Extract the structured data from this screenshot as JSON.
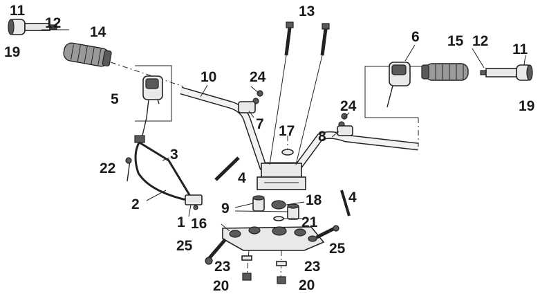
{
  "callouts": {
    "c11a": "11",
    "c12a": "12",
    "c19a": "19",
    "c14": "14",
    "c5": "5",
    "c10": "10",
    "c13": "13",
    "c24a": "24",
    "c7": "7",
    "c6": "6",
    "c15": "15",
    "c12b": "12",
    "c11b": "11",
    "c19b": "19",
    "c24b": "24",
    "c8": "8",
    "c17": "17",
    "c3": "3",
    "c22": "22",
    "c4a": "4",
    "c2": "2",
    "c9": "9",
    "c18": "18",
    "c4b": "4",
    "c1": "1",
    "c16": "16",
    "c21": "21",
    "c25a": "25",
    "c25b": "25",
    "c23a": "23",
    "c23b": "23",
    "c20a": "20",
    "c20b": "20"
  }
}
